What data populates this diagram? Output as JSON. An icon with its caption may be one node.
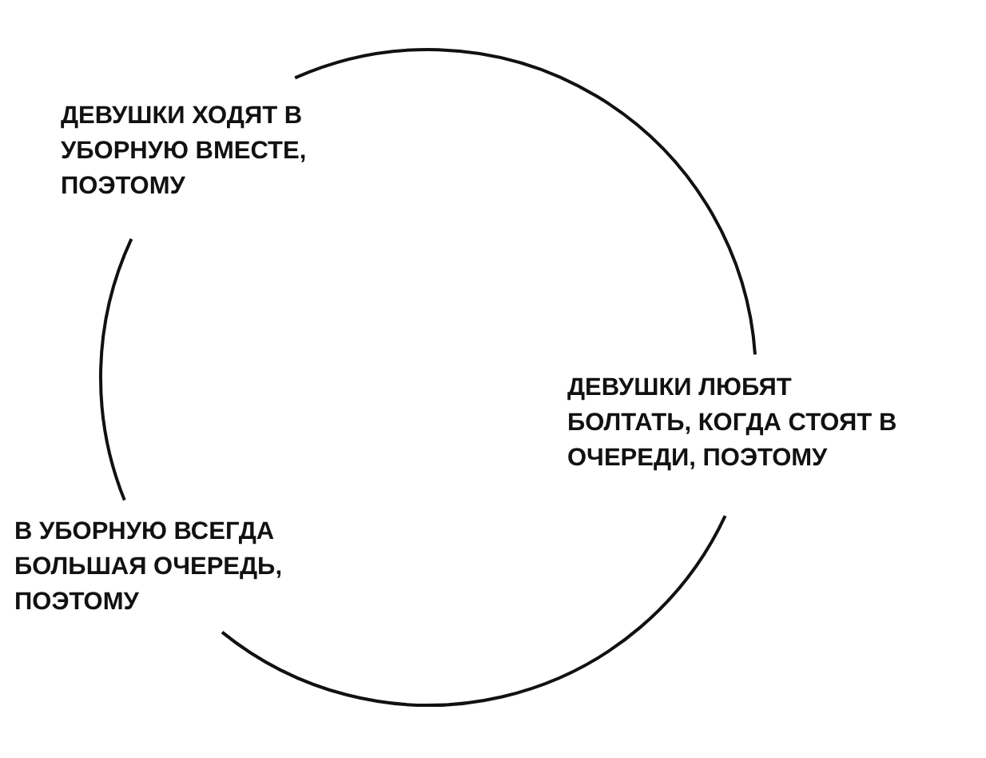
{
  "diagram": {
    "nodes": [
      {
        "text": [
          "ДЕВУШКИ ХОДЯТ В УБОРНУЮ ВМЕСТЕ, ПОЭТОМУ"
        ]
      },
      {
        "text": [
          "ДЕВУШКИ ЛЮБЯТ БОЛТАТЬ, КОГДА СТОЯТ В ОЧЕРЕДИ, ПОЭТОМУ"
        ]
      },
      {
        "text": [
          "В УБОРНУЮ ВСЕГДА БОЛЬШАЯ ОЧЕРЕДЬ, ПОЭТОМУ"
        ]
      }
    ],
    "edges": [
      {
        "from": 0,
        "to": 1,
        "arrow": "none"
      },
      {
        "from": 1,
        "to": 2,
        "arrow": "none"
      },
      {
        "from": 2,
        "to": 0,
        "arrow": "none"
      }
    ]
  }
}
